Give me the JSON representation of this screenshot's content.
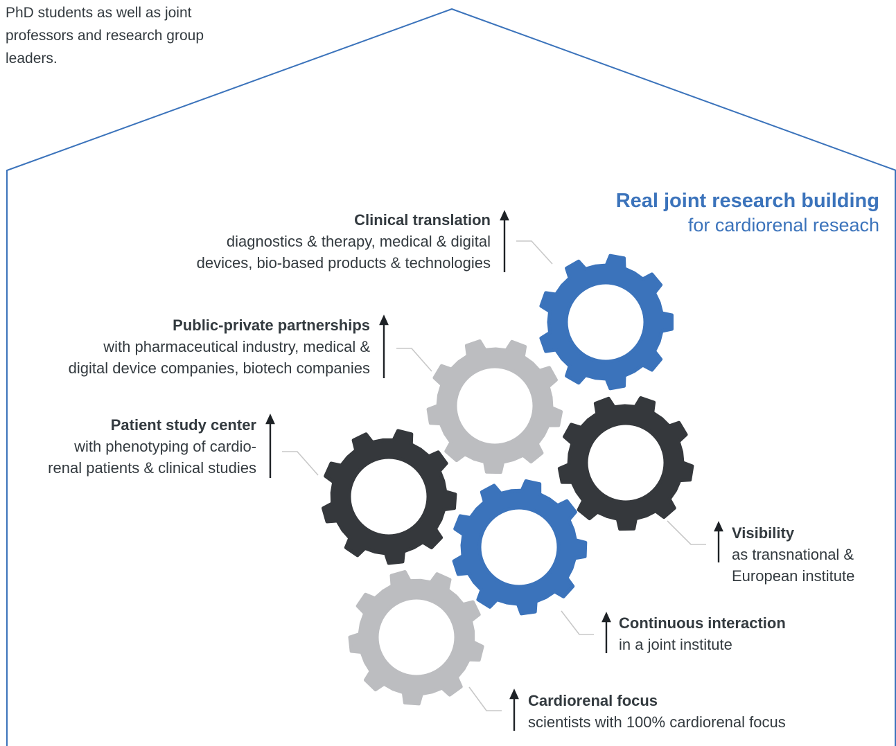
{
  "intro_text": "PhD students as well as joint professors and research group leaders.",
  "heading": {
    "title": "Real joint research building",
    "subtitle": "for cardiorenal reseach"
  },
  "colors": {
    "blue": "#3b73bb",
    "gray": "#bcbdc0",
    "dark": "#35383c",
    "outline": "#3b73bb",
    "leader": "#c8c8c8",
    "text": "#333a3f"
  },
  "labels": {
    "clinical": {
      "title": "Clinical translation",
      "line1": "diagnostics & therapy, medical & digital",
      "line2": "devices, bio-based products & technologies"
    },
    "ppp": {
      "title": "Public-private partnerships",
      "line1": "with pharmaceutical industry, medical &",
      "line2": "digital device companies, biotech companies"
    },
    "patient": {
      "title": "Patient study center",
      "line1": "with phenotyping of cardio-",
      "line2": "renal patients & clinical studies"
    },
    "visibility": {
      "title": "Visibility",
      "line1": "as transnational &",
      "line2": "European institute"
    },
    "interaction": {
      "title": "Continuous interaction",
      "line1": "in a joint institute"
    },
    "focus": {
      "title": "Cardiorenal focus",
      "line1": "scientists with 100% cardiorenal focus"
    }
  },
  "gears": [
    {
      "name": "clinical-gear",
      "color": "blue"
    },
    {
      "name": "ppp-gear",
      "color": "gray"
    },
    {
      "name": "patient-gear",
      "color": "dark"
    },
    {
      "name": "visibility-gear",
      "color": "dark"
    },
    {
      "name": "interaction-gear",
      "color": "blue"
    },
    {
      "name": "focus-gear",
      "color": "gray"
    }
  ]
}
